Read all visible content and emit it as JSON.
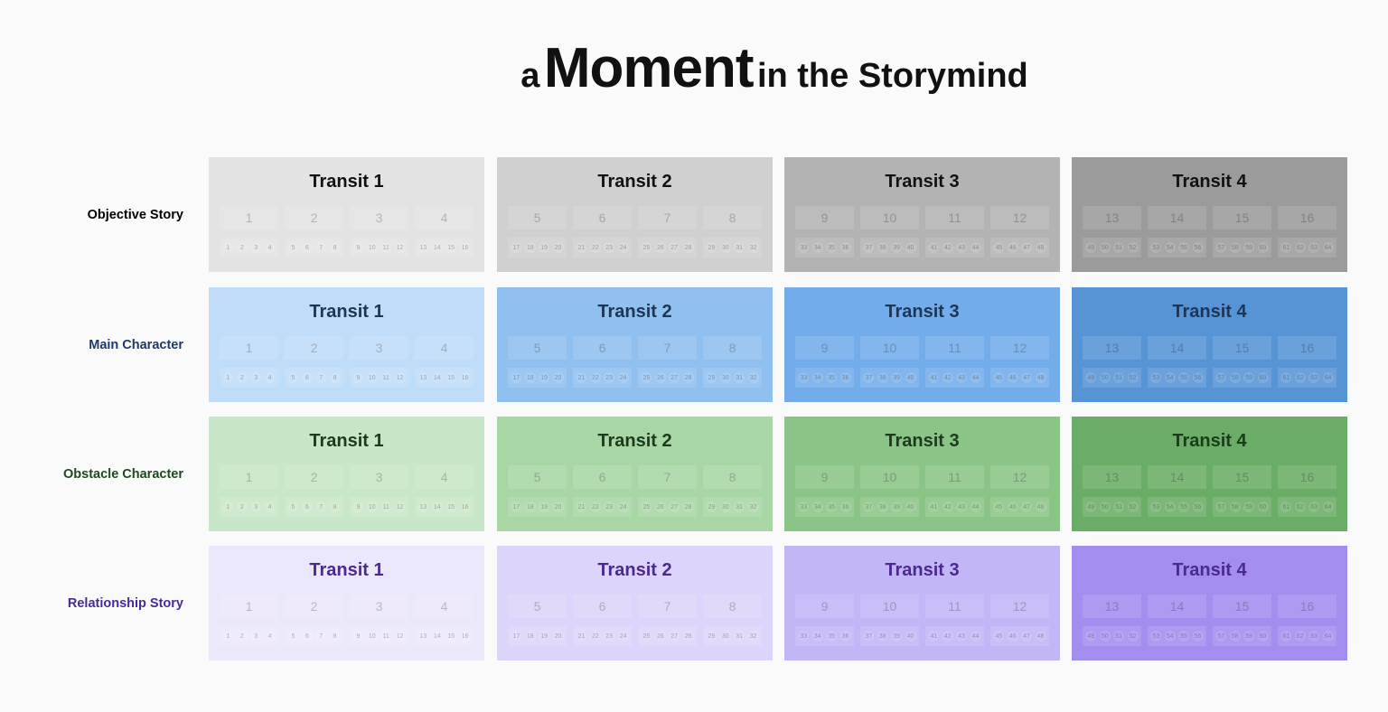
{
  "header": {
    "title_prefix": "a",
    "title_main": "Moment",
    "title_suffix": "in the Storymind"
  },
  "rows": [
    {
      "label": "Objective Story",
      "label_color": "#000000",
      "title_color": "#111111",
      "fills": [
        "#e3e3e3",
        "#d0d0d0",
        "#b3b3b3",
        "#9b9b9b"
      ],
      "transits": [
        "Transit 1",
        "Transit 2",
        "Transit 3",
        "Transit 4"
      ]
    },
    {
      "label": "Main Character",
      "label_color": "#1e3a6a",
      "title_color": "#1d3656",
      "fills": [
        "#bfdcf9",
        "#90c0ef",
        "#72acea",
        "#5694d6"
      ],
      "transits": [
        "Transit 1",
        "Transit 2",
        "Transit 3",
        "Transit 4"
      ]
    },
    {
      "label": "Obstacle Character",
      "label_color": "#1f4a1f",
      "title_color": "#1c3a1c",
      "fills": [
        "#c8e6c8",
        "#a8d6a5",
        "#8bc487",
        "#6aad66"
      ],
      "transits": [
        "Transit 1",
        "Transit 2",
        "Transit 3",
        "Transit 4"
      ]
    },
    {
      "label": "Relationship Story",
      "label_color": "#4a2a9a",
      "title_color": "#4a2a90",
      "fills": [
        "#ece8fc",
        "#dcd4fa",
        "#c2b6f6",
        "#a38ef0"
      ],
      "transits": [
        "Transit 1",
        "Transit 2",
        "Transit 3",
        "Transit 4"
      ]
    }
  ],
  "scenes": [
    [
      "1",
      "2",
      "3",
      "4"
    ],
    [
      "5",
      "6",
      "7",
      "8"
    ],
    [
      "9",
      "10",
      "11",
      "12"
    ],
    [
      "13",
      "14",
      "15",
      "16"
    ]
  ],
  "beats": [
    [
      [
        "1",
        "2",
        "3",
        "4"
      ],
      [
        "5",
        "6",
        "7",
        "8"
      ],
      [
        "9",
        "10",
        "11",
        "12"
      ],
      [
        "13",
        "14",
        "15",
        "16"
      ]
    ],
    [
      [
        "17",
        "18",
        "19",
        "20"
      ],
      [
        "21",
        "22",
        "23",
        "24"
      ],
      [
        "25",
        "26",
        "27",
        "28"
      ],
      [
        "29",
        "30",
        "31",
        "32"
      ]
    ],
    [
      [
        "33",
        "34",
        "35",
        "36"
      ],
      [
        "37",
        "38",
        "39",
        "40"
      ],
      [
        "41",
        "42",
        "43",
        "44"
      ],
      [
        "45",
        "46",
        "47",
        "48"
      ]
    ],
    [
      [
        "49",
        "50",
        "51",
        "52"
      ],
      [
        "53",
        "54",
        "55",
        "56"
      ],
      [
        "57",
        "58",
        "59",
        "60"
      ],
      [
        "61",
        "62",
        "63",
        "64"
      ]
    ]
  ]
}
